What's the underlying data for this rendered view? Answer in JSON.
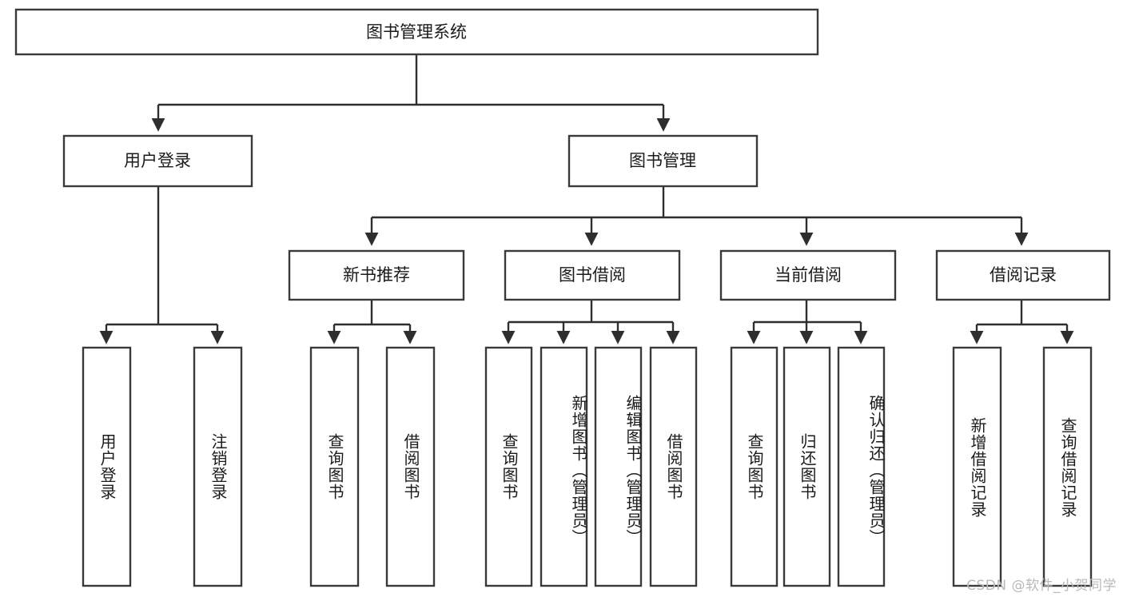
{
  "diagram": {
    "type": "tree-hierarchy-chart",
    "title": "图书管理系统",
    "watermark": "CSDN @软件_小贺同学",
    "colors": {
      "box_stroke": "#3a3a3a",
      "box_fill": "#ffffff",
      "connector": "#2e2e2e",
      "text": "#1b1b1b",
      "background": "#ffffff",
      "watermark": "#b9b9b9"
    },
    "levels": {
      "level1": {
        "label": "图书管理系统"
      },
      "level2": [
        {
          "id": "user-login",
          "label": "用户登录"
        },
        {
          "id": "book-management",
          "label": "图书管理"
        }
      ],
      "level3": [
        {
          "id": "new-book-recommend",
          "label": "新书推荐",
          "parent": "book-management"
        },
        {
          "id": "book-borrow",
          "label": "图书借阅",
          "parent": "book-management"
        },
        {
          "id": "current-borrow",
          "label": "当前借阅",
          "parent": "book-management"
        },
        {
          "id": "borrow-record",
          "label": "借阅记录",
          "parent": "book-management"
        }
      ],
      "leaves": [
        {
          "id": "leaf-user-login",
          "label": "用户登录",
          "parent": "user-login"
        },
        {
          "id": "leaf-logout",
          "label": "注销登录",
          "parent": "user-login"
        },
        {
          "id": "leaf-query-book-1",
          "label": "查询图书",
          "parent": "new-book-recommend"
        },
        {
          "id": "leaf-borrow-book-1",
          "label": "借阅图书",
          "parent": "new-book-recommend"
        },
        {
          "id": "leaf-query-book-2",
          "label": "查询图书",
          "parent": "book-borrow"
        },
        {
          "id": "leaf-add-book",
          "label": "新增图书（管理员）",
          "parent": "book-borrow"
        },
        {
          "id": "leaf-edit-book",
          "label": "编辑图书（管理员）",
          "parent": "book-borrow"
        },
        {
          "id": "leaf-borrow-book-2",
          "label": "借阅图书",
          "parent": "book-borrow"
        },
        {
          "id": "leaf-query-book-3",
          "label": "查询图书",
          "parent": "current-borrow"
        },
        {
          "id": "leaf-return-book",
          "label": "归还图书",
          "parent": "current-borrow"
        },
        {
          "id": "leaf-confirm-return",
          "label": "确认归还（管理员）",
          "parent": "current-borrow"
        },
        {
          "id": "leaf-add-record",
          "label": "新增借阅记录",
          "parent": "borrow-record"
        },
        {
          "id": "leaf-query-record",
          "label": "查询借阅记录",
          "parent": "borrow-record"
        }
      ]
    }
  }
}
